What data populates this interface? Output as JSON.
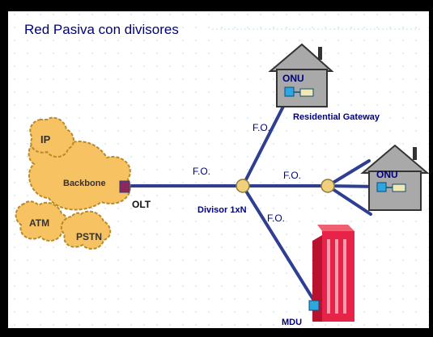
{
  "title": "Red Pasiva con divisores",
  "labels": {
    "ip": "IP",
    "backbone": "Backbone",
    "atm": "ATM",
    "pstn": "PSTN",
    "olt": "OLT",
    "fo_main": "F.O.",
    "splitter": "Divisor 1xN",
    "fo_upper": "F.O.",
    "fo_right": "F.O.",
    "fo_lower": "F.O.",
    "onu_top": "ONU",
    "residential_gateway": "Residential Gateway",
    "onu_right": "ONU",
    "mdu": "MDU"
  },
  "colors": {
    "frame": "#000000",
    "background": "#ffffff",
    "title": "#000080",
    "grid": "#bfe6f2",
    "cloud": "#f6c262",
    "cloud_outline": "#b88a2a",
    "fiber": "#2e3e92",
    "splitter_node": "#f0d07a",
    "house": "#a9a9a9",
    "onu_box": "#2ea7e0",
    "building": "#e8234a",
    "olt_box": "#8b2a5a"
  }
}
